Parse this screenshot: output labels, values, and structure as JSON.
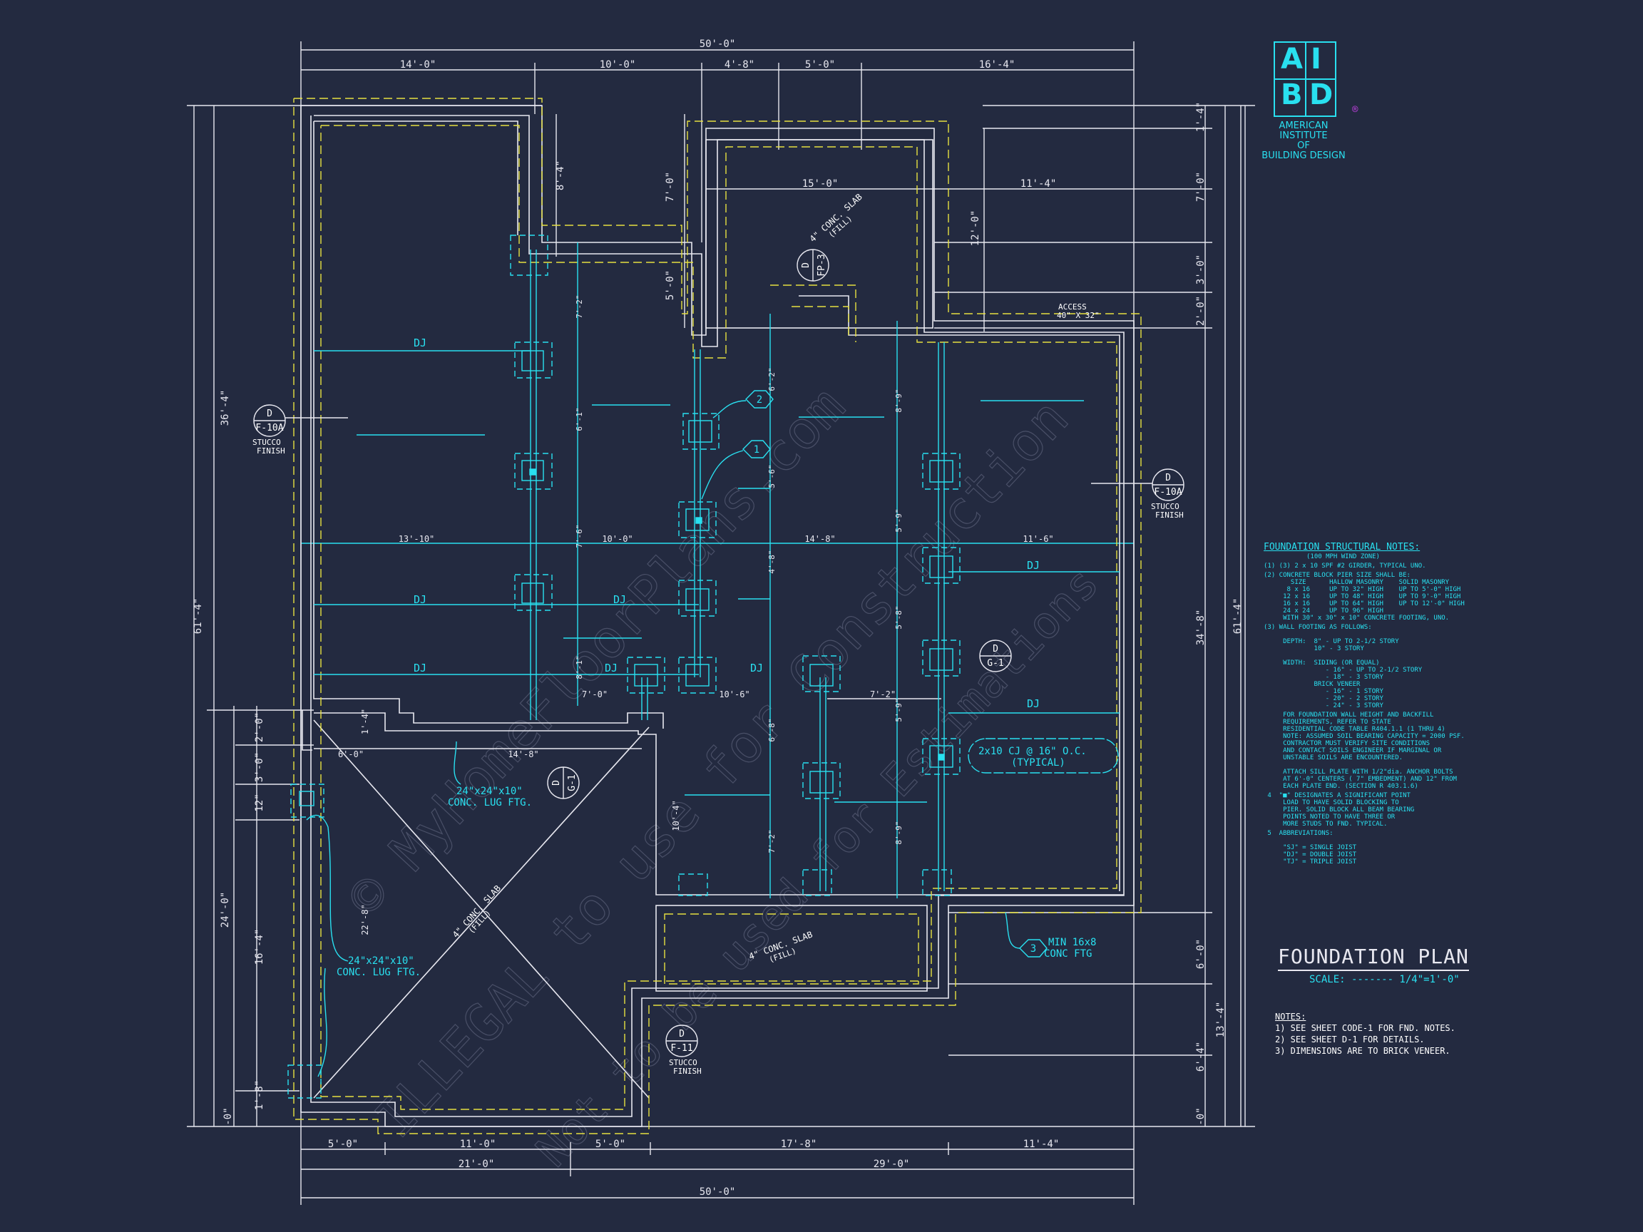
{
  "logo": {
    "letters": [
      "A",
      "I",
      "B",
      "D"
    ],
    "registered": "®",
    "org_line1": "AMERICAN INSTITUTE",
    "org_line2": "OF",
    "org_line3": "BUILDING DESIGN"
  },
  "watermark": {
    "line1": "© MyHomeFloorPlans.com",
    "line2": "ILLEGAL to use for Construction",
    "line3": "Not to be used for Estimations"
  },
  "dimensions": {
    "top_overall": "50'-0\"",
    "top_segments": [
      "14'-0\"",
      "10'-0\"",
      "4'-8\"",
      "5'-0\"",
      "16'-4\""
    ],
    "bottom_overall": "50'-0\"",
    "bottom_mid": [
      "21'-0\"",
      "29'-0\""
    ],
    "bottom_segments": [
      "5'-0\"",
      "11'-0\"",
      "5'-0\"",
      "17'-8\"",
      "11'-4\""
    ],
    "left_overall": "61'-4\"",
    "left_mid": [
      "36'-4\"",
      "24'-0\""
    ],
    "left_small": [
      "2'-0\"",
      "3'-0\"",
      "12\"",
      "16'-4\"",
      "1'-8\"",
      "-0\""
    ],
    "right_overall": "61'-4\"",
    "right_mid": [
      "34'-8\"",
      "13'-4\""
    ],
    "right_small": [
      "1'-4\"",
      "7'-0\"",
      "3'-0\"",
      "2'-0\"",
      "6'-0\"",
      "6'-4\"",
      "-0\""
    ],
    "interior": [
      "8'-4\"",
      "7'-0\"",
      "5'-0\"",
      "15'-0\"",
      "11'-4\"",
      "12'-0\"",
      "13'-10\"",
      "10'-0\"",
      "14'-8\"",
      "11'-6\"",
      "7'-0\"",
      "10'-6\"",
      "7'-2\"",
      "6'-0\"",
      "14'-8\"",
      "22'-8\"",
      "10'-4\"",
      "1'-4\"",
      "7'-2\"",
      "6'-1\"",
      "6'-2\"",
      "5'-6\"",
      "7'-6\"",
      "4'-8\"",
      "8'-1\"",
      "6'-8\"",
      "7'-2\"",
      "8'-9\"",
      "5'-9\"",
      "5'-8\"",
      "5'-9\"",
      "8'-9\""
    ]
  },
  "labels": {
    "dj": "DJ",
    "access_1": "ACCESS",
    "access_2": "40\" X 32\"",
    "slab_1": "4\" CONC. SLAB",
    "fill": "(FILL)",
    "lug_1": "24\"x24\"x10\"",
    "lug_2": "CONC. LUG FTG.",
    "min_ftg_1": "MIN 16x8",
    "min_ftg_2": "CONC FTG",
    "cj_1": "2x10 CJ @ 16\" O.C.",
    "cj_2": "(TYPICAL)",
    "stucco_1": "STUCCO",
    "stucco_2": "FINISH",
    "tag1": "1",
    "tag2": "2",
    "tag3": "3"
  },
  "section_markers": [
    {
      "top": "D",
      "bottom": "F-10A"
    },
    {
      "top": "D",
      "bottom": "F-10A"
    },
    {
      "top": "D",
      "bottom": "FP-3"
    },
    {
      "top": "D",
      "bottom": "G-1"
    },
    {
      "top": "D",
      "bottom": "G-1"
    },
    {
      "top": "D",
      "bottom": "F-11"
    }
  ],
  "structural_notes": {
    "heading": "FOUNDATION STRUCTURAL NOTES:",
    "subheading": "(100 MPH WIND ZONE)",
    "items": [
      "(1) (3) 2 x 10 SPF #2 GIRDER, TYPICAL UNO.",
      "(2) CONCRETE BLOCK PIER SIZE SHALL BE:\n       SIZE      HALLOW MASONRY    SOLID MASONRY\n      8 x 16     UP TO 32\" HIGH    UP TO 5'-0\" HIGH\n     12 x 16     UP TO 48\" HIGH    UP TO 9'-0\" HIGH\n     16 x 16     UP TO 64\" HIGH    UP TO 12'-0\" HIGH\n     24 x 24     UP TO 96\" HIGH\n     WITH 30\" x 30\" x 10\" CONCRETE FOOTING, UNO.",
      "(3) WALL FOOTING AS FOLLOWS:\n\n     DEPTH:  8\" - UP TO 2-1/2 STORY\n             10\" - 3 STORY\n\n     WIDTH:  SIDING (OR EQUAL)\n                - 16\" - UP TO 2-1/2 STORY\n                - 18\" - 3 STORY\n             BRICK VENEER\n                - 16\" - 1 STORY\n                - 20\" - 2 STORY\n                - 24\" - 3 STORY",
      "     FOR FOUNDATION WALL HEIGHT AND BACKFILL\n     REQUIREMENTS, REFER TO STATE\n     RESIDENTIAL CODE TABLE R404.1.1 (1 THRU 4)\n     NOTE: ASSUMED SOIL BEARING CAPACITY = 2000 PSF.\n     CONTRACTOR MUST VERIFY SITE CONDITIONS\n     AND CONTACT SOILS ENGINEER IF MARGINAL OR\n     UNSTABLE SOILS ARE ENCOUNTERED.\n\n     ATTACH SILL PLATE WITH 1/2\"dia. ANCHOR BOLTS\n     AT 6'-0\" CENTERS ( 7\" EMBEDMENT) AND 12\" FROM\n     EACH PLATE END. (SECTION R 403.1.6)",
      " 4  \"■\" DESIGNATES A SIGNIFICANT POINT\n     LOAD TO HAVE SOLID BLOCKING TO\n     PIER. SOLID BLOCK ALL BEAM BEARING\n     POINTS NOTED TO HAVE THREE OR\n     MORE STUDS TO FND. TYPICAL.",
      " 5  ABBREVIATIONS:\n\n     \"SJ\" = SINGLE JOIST\n     \"DJ\" = DOUBLE JOIST\n     \"TJ\" = TRIPLE JOIST"
    ]
  },
  "plan_title": "FOUNDATION PLAN",
  "scale": "SCALE: ------- 1/4\"=1'-0\"",
  "general_notes": {
    "heading": "NOTES:",
    "items": [
      "1)  SEE SHEET CODE-1 FOR FND. NOTES.",
      "2)  SEE SHEET D-1 FOR DETAILS.",
      "3)  DIMENSIONS ARE TO BRICK VENEER."
    ]
  },
  "colors": {
    "background": "#232a40",
    "line_white": "#e8e8f0",
    "cyan": "#29e0f0",
    "yellow": "#e6e040",
    "watermark": "#5a6078"
  }
}
